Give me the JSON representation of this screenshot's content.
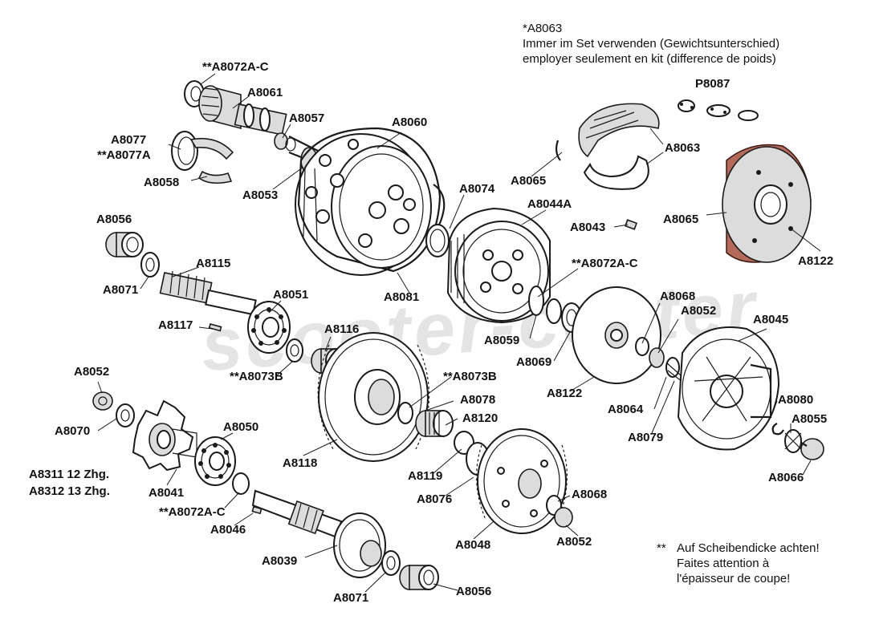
{
  "labels": [
    {
      "id": "a8072ac-top",
      "text": "**A8072A-C"
    },
    {
      "id": "a8061",
      "text": "A8061"
    },
    {
      "id": "a8057",
      "text": "A8057"
    },
    {
      "id": "a8060",
      "text": "A8060"
    },
    {
      "id": "a8077",
      "text": "A8077"
    },
    {
      "id": "a8077a",
      "text": "**A8077A"
    },
    {
      "id": "a8058",
      "text": "A8058"
    },
    {
      "id": "a8053",
      "text": "A8053"
    },
    {
      "id": "a8074",
      "text": "A8074"
    },
    {
      "id": "a8065-left",
      "text": "A8065"
    },
    {
      "id": "a8063-right",
      "text": "A8063"
    },
    {
      "id": "p8087",
      "text": "P8087"
    },
    {
      "id": "a8044a",
      "text": "A8044A"
    },
    {
      "id": "a8043",
      "text": "A8043"
    },
    {
      "id": "a8065-right",
      "text": "A8065"
    },
    {
      "id": "a8122-top",
      "text": "A8122"
    },
    {
      "id": "a8056-top",
      "text": "A8056"
    },
    {
      "id": "a8071-top",
      "text": "A8071"
    },
    {
      "id": "a8115",
      "text": "A8115"
    },
    {
      "id": "a8051",
      "text": "A8051"
    },
    {
      "id": "a8081",
      "text": "A8081"
    },
    {
      "id": "a8072ac-mid",
      "text": "**A8072A-C"
    },
    {
      "id": "a8068-top",
      "text": "A8068"
    },
    {
      "id": "a8052-top",
      "text": "A8052"
    },
    {
      "id": "a8045",
      "text": "A8045"
    },
    {
      "id": "a8117",
      "text": "A8117"
    },
    {
      "id": "a8116",
      "text": "A8116"
    },
    {
      "id": "a8059",
      "text": "A8059"
    },
    {
      "id": "a8069",
      "text": "A8069"
    },
    {
      "id": "a8073b-left",
      "text": "**A8073B"
    },
    {
      "id": "a8073b-right",
      "text": "**A8073B"
    },
    {
      "id": "a8122-mid",
      "text": "A8122"
    },
    {
      "id": "a8078",
      "text": "A8078"
    },
    {
      "id": "a8052-left",
      "text": "A8052"
    },
    {
      "id": "a8064",
      "text": "A8064"
    },
    {
      "id": "a8080",
      "text": "A8080"
    },
    {
      "id": "a8120",
      "text": "A8120"
    },
    {
      "id": "a8055",
      "text": "A8055"
    },
    {
      "id": "a8070",
      "text": "A8070"
    },
    {
      "id": "a8050",
      "text": "A8050"
    },
    {
      "id": "a8079",
      "text": "A8079"
    },
    {
      "id": "a8118",
      "text": "A8118"
    },
    {
      "id": "a8311",
      "text": "A8311 12 Zhg."
    },
    {
      "id": "a8312",
      "text": "A8312 13 Zhg."
    },
    {
      "id": "a8119",
      "text": "A8119"
    },
    {
      "id": "a8066",
      "text": "A8066"
    },
    {
      "id": "a8041",
      "text": "A8041"
    },
    {
      "id": "a8076",
      "text": "A8076"
    },
    {
      "id": "a8068-bottom",
      "text": "A8068"
    },
    {
      "id": "a8072ac-bottom",
      "text": "**A8072A-C"
    },
    {
      "id": "a8046",
      "text": "A8046"
    },
    {
      "id": "a8048",
      "text": "A8048"
    },
    {
      "id": "a8052-bottom",
      "text": "A8052"
    },
    {
      "id": "a8039",
      "text": "A8039"
    },
    {
      "id": "a8071-bottom",
      "text": "A8071"
    },
    {
      "id": "a8056-bottom",
      "text": "A8056"
    }
  ],
  "top_note": {
    "line1": "*A8063",
    "line2": "Immer im Set verwenden (Gewichtsunterschied)",
    "line3": "employer seulement en kit (difference de poids)"
  },
  "bottom_note": {
    "marker": "**",
    "line1": "Auf Scheibendicke achten!",
    "line2": "Faites attention à",
    "line3": "l'épaisseur de coupe!"
  },
  "watermark": "scooter-center",
  "colors": {
    "line": "#1a1a1a",
    "clutch_lining": "#b46a5a",
    "watermark": "#cfcfcf"
  }
}
